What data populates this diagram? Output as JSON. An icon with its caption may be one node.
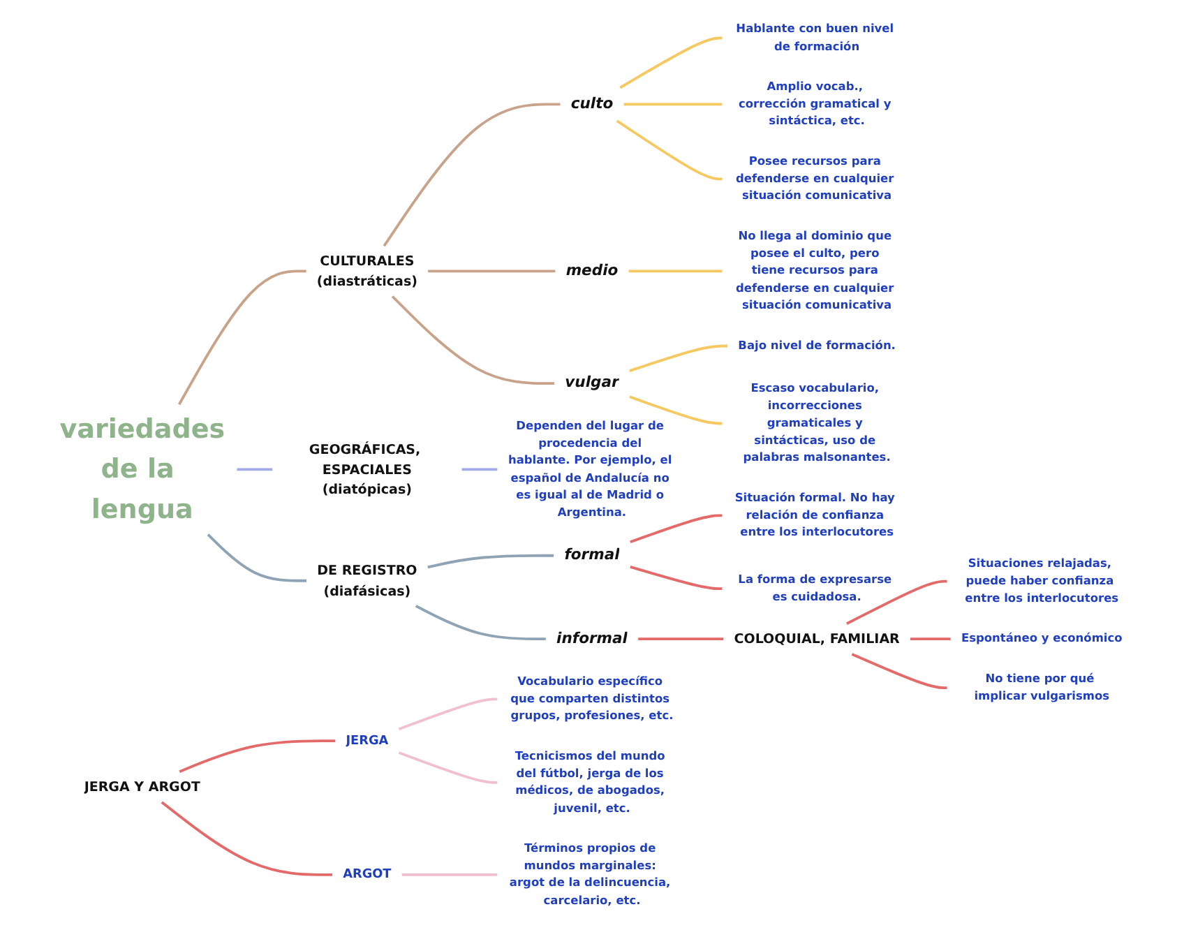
{
  "diagram": {
    "nodes": [
      {
        "text": [
          "variedades",
          "de la lengua"
        ]
      },
      {
        "text": [
          "CULTURALES",
          "(diastráticas)"
        ]
      },
      {
        "text": [
          "culto"
        ]
      },
      {
        "text": [
          "Hablante con buen nivel de formación"
        ]
      },
      {
        "text": [
          "Amplio vocab., corrección gramatical y sintáctica, etc."
        ]
      },
      {
        "text": [
          "Posee recursos para defenderse en cualquier situación comunicativa"
        ]
      },
      {
        "text": [
          "medio"
        ]
      },
      {
        "text": [
          "No llega al dominio que posee el culto, pero tiene recursos para defenderse en cualquier situación comunicativa"
        ]
      },
      {
        "text": [
          "vulgar"
        ]
      },
      {
        "text": [
          "Bajo nivel de formación."
        ]
      },
      {
        "text": [
          "Escaso vocabulario, incorrecciones gramaticales y sintácticas, uso de palabras malsonantes."
        ]
      },
      {
        "text": [
          "GEOGRÁFICAS, ESPACIALES",
          "(diatópicas)"
        ]
      },
      {
        "text": [
          "Dependen del lugar de procedencia del hablante. Por ejemplo, el español de Andalucía no es igual al de Madrid o Argentina."
        ]
      },
      {
        "text": [
          "DE REGISTRO",
          "(diafásicas)"
        ]
      },
      {
        "text": [
          "formal"
        ]
      },
      {
        "text": [
          "Situación formal. No hay relación de confianza entre los interlocutores"
        ]
      },
      {
        "text": [
          "La forma de expresarse es cuidadosa."
        ]
      },
      {
        "text": [
          "informal"
        ]
      },
      {
        "text": [
          "COLOQUIAL, FAMILIAR"
        ]
      },
      {
        "text": [
          "Situaciones relajadas, puede haber confianza entre los interlocutores"
        ]
      },
      {
        "text": [
          "Espontáneo y económico"
        ]
      },
      {
        "text": [
          "No tiene por qué implicar vulgarismos"
        ]
      },
      {
        "text": [
          "JERGA Y ARGOT"
        ]
      },
      {
        "text": [
          "JERGA"
        ]
      },
      {
        "text": [
          "Vocabulario específico que comparten distintos grupos, profesiones, etc."
        ]
      },
      {
        "text": [
          "Tecnicismos del mundo del fútbol, jerga de los médicos, de abogados, juvenil, etc."
        ]
      },
      {
        "text": [
          "ARGOT"
        ]
      },
      {
        "text": [
          "Términos propios de mundos marginales: argot de la delincuencia, carcelario, etc."
        ]
      }
    ],
    "edges": [
      {
        "from": 0,
        "to": 1,
        "arrow": "none",
        "color": "#c9a28a"
      },
      {
        "from": 1,
        "to": 2,
        "arrow": "none",
        "color": "#c9a28a"
      },
      {
        "from": 2,
        "to": 3,
        "arrow": "none",
        "color": "#f6c860"
      },
      {
        "from": 2,
        "to": 4,
        "arrow": "none",
        "color": "#f6c860"
      },
      {
        "from": 2,
        "to": 5,
        "arrow": "none",
        "color": "#f6c860"
      },
      {
        "from": 1,
        "to": 6,
        "arrow": "none",
        "color": "#c9a28a"
      },
      {
        "from": 6,
        "to": 7,
        "arrow": "none",
        "color": "#f6c860"
      },
      {
        "from": 1,
        "to": 8,
        "arrow": "none",
        "color": "#c9a28a"
      },
      {
        "from": 8,
        "to": 9,
        "arrow": "none",
        "color": "#f6c860"
      },
      {
        "from": 8,
        "to": 10,
        "arrow": "none",
        "color": "#f6c860"
      },
      {
        "from": 0,
        "to": 11,
        "arrow": "none",
        "color": "#a3a8e6"
      },
      {
        "from": 11,
        "to": 12,
        "arrow": "none",
        "color": "#a3a8e6"
      },
      {
        "from": 0,
        "to": 13,
        "arrow": "none",
        "color": "#8ea3b5"
      },
      {
        "from": 13,
        "to": 14,
        "arrow": "none",
        "color": "#8ea3b5"
      },
      {
        "from": 14,
        "to": 15,
        "arrow": "none"
      },
      {
        "from": 14,
        "to": 16,
        "arrow": "none"
      },
      {
        "from": 13,
        "to": 17,
        "arrow": "none",
        "color": "#8ea3b5"
      },
      {
        "from": 17,
        "to": 18,
        "arrow": "none"
      },
      {
        "from": 18,
        "to": 19,
        "arrow": "none"
      },
      {
        "from": 18,
        "to": 20,
        "arrow": "none"
      },
      {
        "from": 18,
        "to": 21,
        "arrow": "none"
      },
      {
        "from": 22,
        "to": 23,
        "arrow": "none"
      },
      {
        "from": 23,
        "to": 24,
        "arrow": "none",
        "color": "#f2bfd0"
      },
      {
        "from": 23,
        "to": 25,
        "arrow": "none",
        "color": "#f2bfd0"
      },
      {
        "from": 22,
        "to": 26,
        "arrow": "none"
      },
      {
        "from": 26,
        "to": 27,
        "arrow": "none",
        "color": "#f2bfd0"
      }
    ]
  }
}
